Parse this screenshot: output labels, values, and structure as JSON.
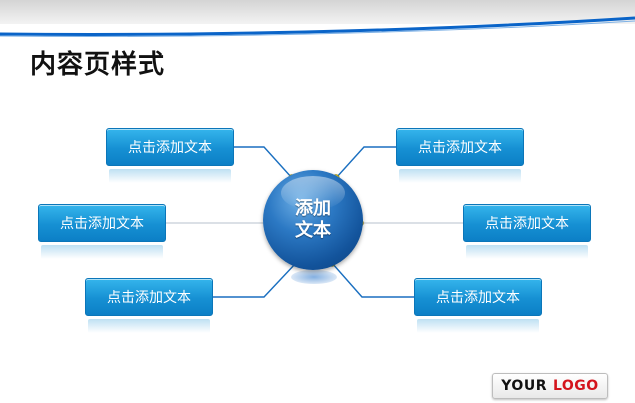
{
  "page": {
    "title": "内容页样式"
  },
  "hub": {
    "line1": "添加",
    "line2": "文本"
  },
  "nodes": [
    {
      "id": "top-left",
      "label": "点击添加文本"
    },
    {
      "id": "top-right",
      "label": "点击添加文本"
    },
    {
      "id": "middle-left",
      "label": "点击添加文本"
    },
    {
      "id": "middle-right",
      "label": "点击添加文本"
    },
    {
      "id": "bottom-left",
      "label": "点击添加文本"
    },
    {
      "id": "bottom-right",
      "label": "点击添加文本"
    }
  ],
  "logo": {
    "part1": "YOUR",
    "part2": "LOGO"
  },
  "colors": {
    "node_fill": "#1690d3",
    "hub_fill": "#13549c",
    "connector": "#1a6fc0",
    "connector_dot": "#f2d318",
    "logo_accent": "#d4141c",
    "header_line": "#0a64c8"
  }
}
